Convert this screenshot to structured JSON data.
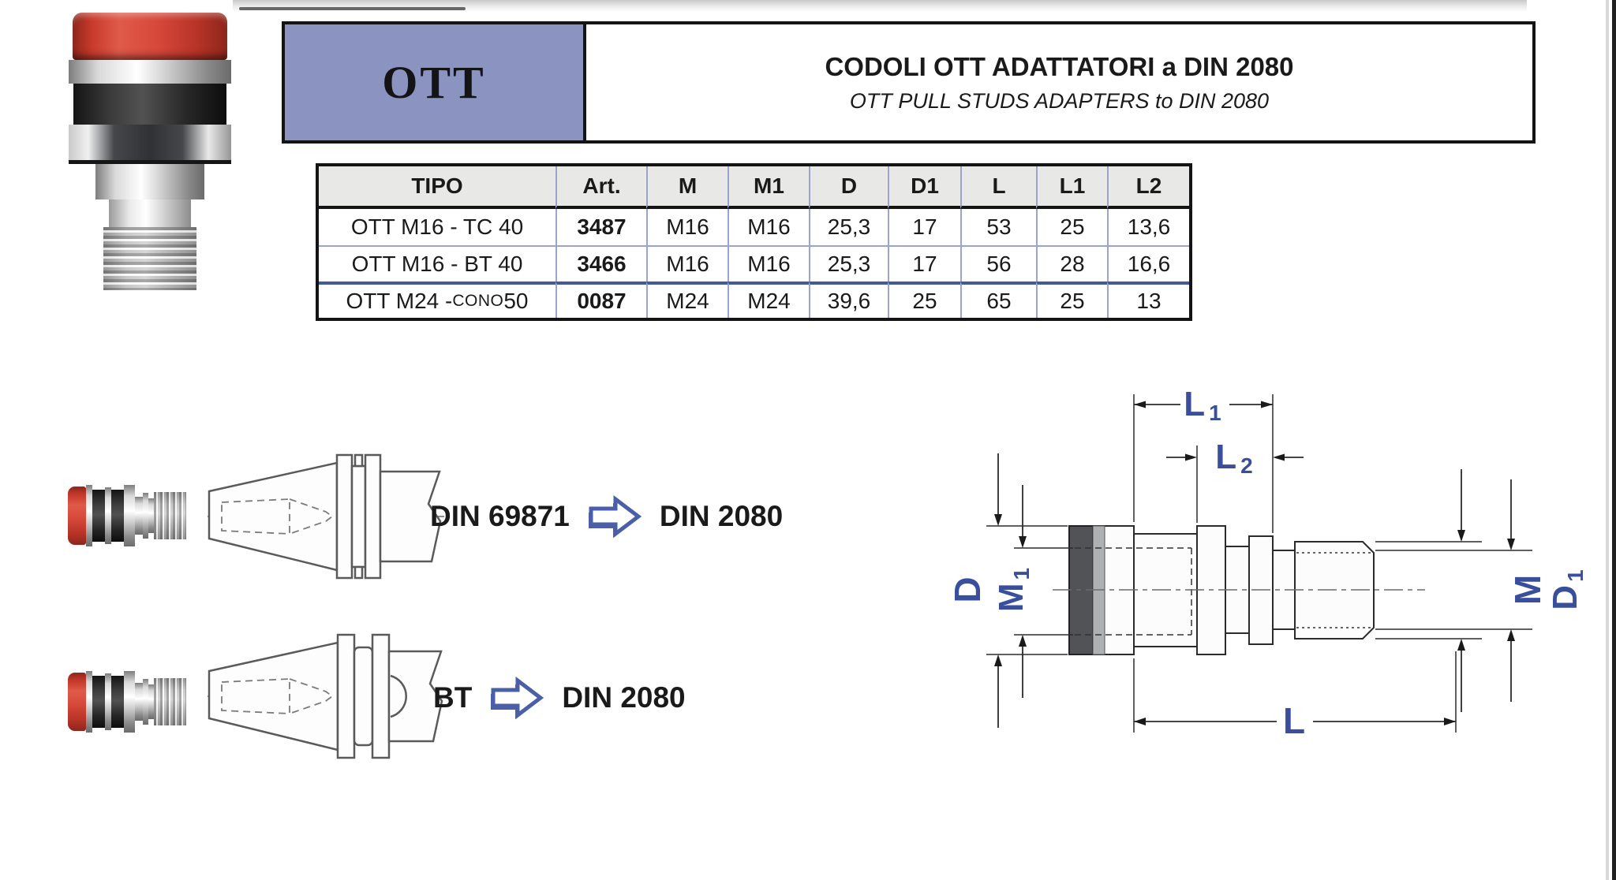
{
  "page": {
    "brand": "OTT",
    "title_it": "CODOLI OTT ADATTATORI a DIN 2080",
    "title_en": "OTT PULL STUDS ADAPTERS to DIN 2080"
  },
  "table": {
    "headers": [
      "TIPO",
      "Art.",
      "M",
      "M1",
      "D",
      "D1",
      "L",
      "L1",
      "L2"
    ],
    "rows": [
      {
        "tipo_pre": "OTT M16 - TC 40",
        "tipo_small": "",
        "tipo_post": "",
        "art": "3487",
        "m": "M16",
        "m1": "M16",
        "d": "25,3",
        "d1": "17",
        "l": "53",
        "l1": "25",
        "l2": "13,6"
      },
      {
        "tipo_pre": "OTT M16 - BT 40",
        "tipo_small": "",
        "tipo_post": "",
        "art": "3466",
        "m": "M16",
        "m1": "M16",
        "d": "25,3",
        "d1": "17",
        "l": "56",
        "l1": "28",
        "l2": "16,6"
      },
      {
        "tipo_pre": "OTT M24 - ",
        "tipo_small": "CONO",
        "tipo_post": " 50",
        "art": "0087",
        "m": "M24",
        "m1": "M24",
        "d": "39,6",
        "d1": "25",
        "l": "65",
        "l1": "25",
        "l2": "13"
      }
    ]
  },
  "conversions": [
    {
      "from": "DIN 69871",
      "to": "DIN 2080"
    },
    {
      "from": "BT",
      "to": "DIN 2080"
    }
  ],
  "drawing": {
    "dims": [
      {
        "label": "L",
        "sub": "1"
      },
      {
        "label": "L",
        "sub": "2"
      },
      {
        "label": "D",
        "sub": ""
      },
      {
        "label": "M",
        "sub": "1"
      },
      {
        "label": "M",
        "sub": ""
      },
      {
        "label": "D",
        "sub": "1"
      },
      {
        "label": "L",
        "sub": ""
      }
    ]
  },
  "colors": {
    "header_box": "#8b93c0",
    "sep_blue": "#9aa4cc",
    "line_blue": "#44599c",
    "label_blue": "#3a4f9b",
    "arrow_blue": "#4a5fa8",
    "stud_red": "#d0402f"
  }
}
